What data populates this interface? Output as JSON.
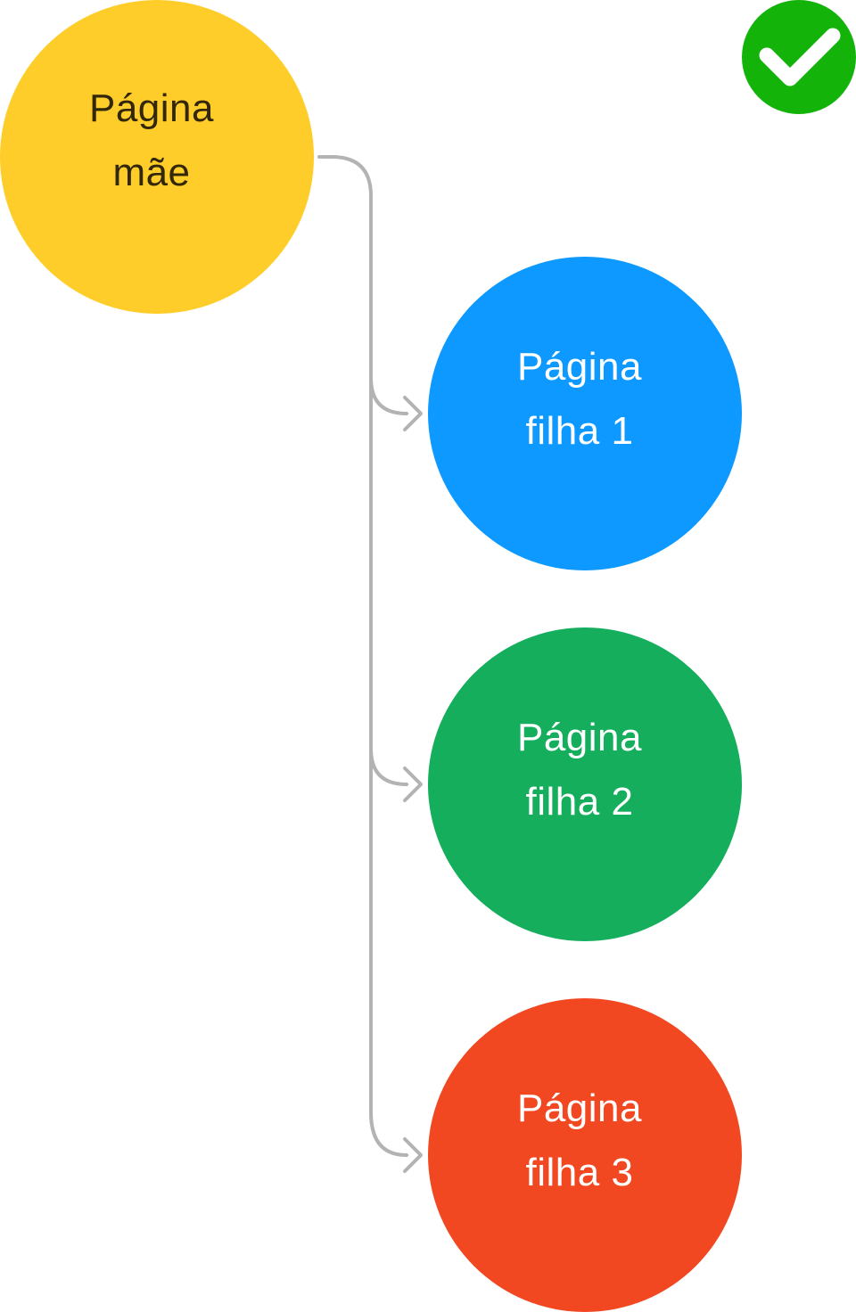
{
  "nodes": {
    "parent": {
      "line1": "Página",
      "line2": "mãe",
      "color": "#FFCD29"
    },
    "children": [
      {
        "line1": "Página",
        "line2": "filha 1",
        "color": "#0D99FF"
      },
      {
        "line1": "Página",
        "line2": "filha 2",
        "color": "#14AE5C"
      },
      {
        "line1": "Página",
        "line2": "filha 3",
        "color": "#F24822"
      }
    ]
  },
  "status": {
    "icon": "checkmark-icon",
    "color": "#14B30A"
  },
  "connector_color": "#B3B3B3"
}
